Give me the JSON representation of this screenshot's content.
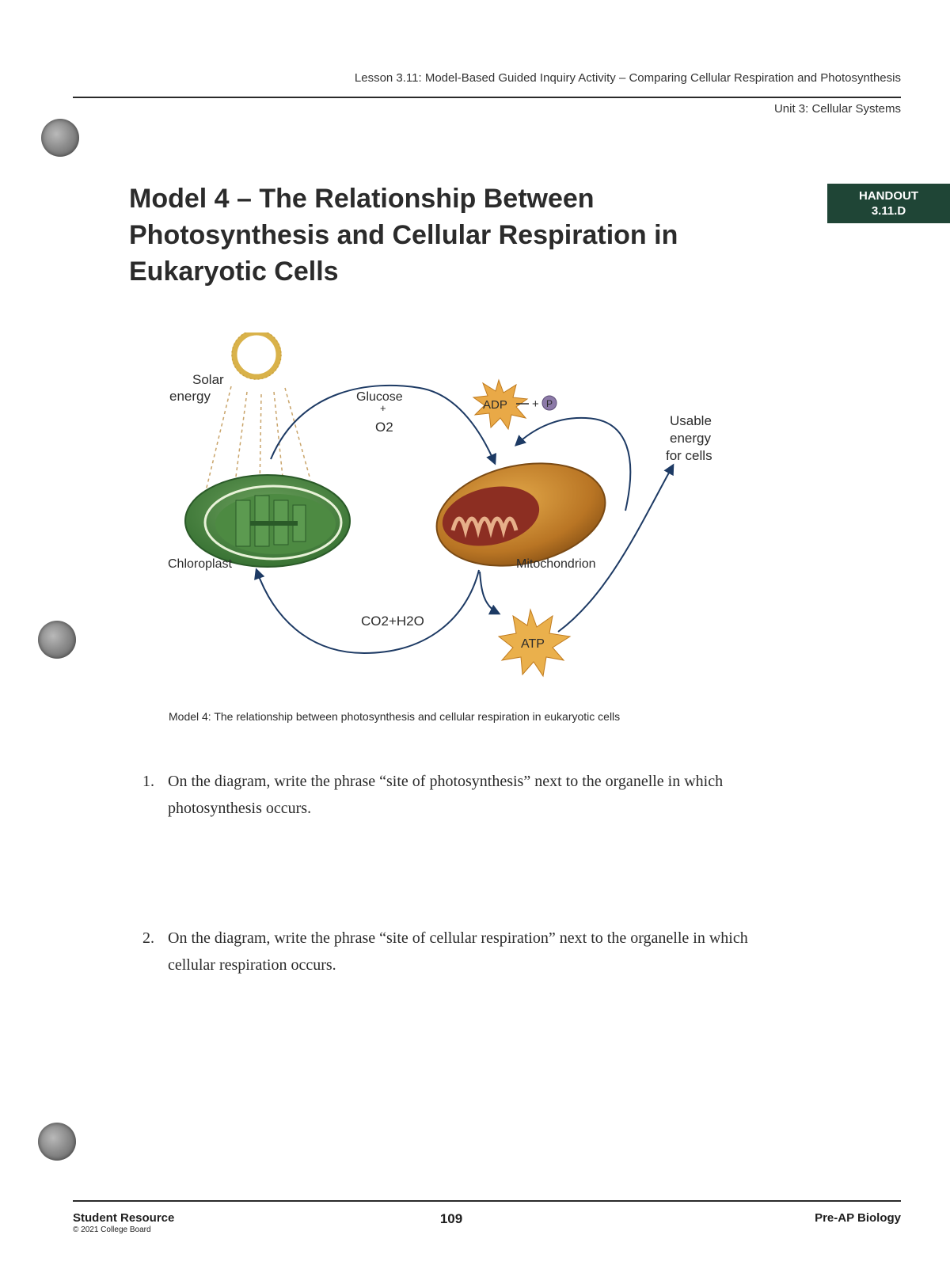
{
  "header": {
    "lesson": "Lesson 3.11: Model-Based Guided Inquiry Activity – Comparing Cellular Respiration and Photosynthesis",
    "unit": "Unit 3: Cellular Systems"
  },
  "badge": {
    "line1": "HANDOUT",
    "line2": "3.11.D"
  },
  "title": "Model 4 – The Relationship Between Photosynthesis and Cellular Respiration in Eukaryotic Cells",
  "diagram": {
    "solar_energy_line1": "Solar",
    "solar_energy_line2": "energy",
    "glucose": "Glucose",
    "plus": "+",
    "o2": "O2",
    "adp": "ADP",
    "plus_p": "+",
    "phosphate": "P",
    "usable_line1": "Usable",
    "usable_line2": "energy",
    "usable_line3": "for cells",
    "chloroplast": "Chloroplast",
    "mitochondrion": "Mitochondrion",
    "co2_h2o": "CO2+H2O",
    "atp": "ATP",
    "colors": {
      "arrow": "#1d3a64",
      "chloroplast": "#3e7a36",
      "mitochondrion": "#c98a2e",
      "sun": "#d9b24a"
    }
  },
  "caption": "Model 4: The relationship between photosynthesis and cellular respiration in eukaryotic cells",
  "questions": [
    {
      "number": "1.",
      "text": "On the diagram, write the phrase “site of photosynthesis” next to the organelle in which photosynthesis occurs."
    },
    {
      "number": "2.",
      "text": "On the diagram, write the phrase “site of cellular respiration” next to the organelle in which cellular respiration occurs."
    }
  ],
  "footer": {
    "resource": "Student Resource",
    "copyright": "© 2021 College Board",
    "page_number": "109",
    "course": "Pre-AP Biology"
  }
}
